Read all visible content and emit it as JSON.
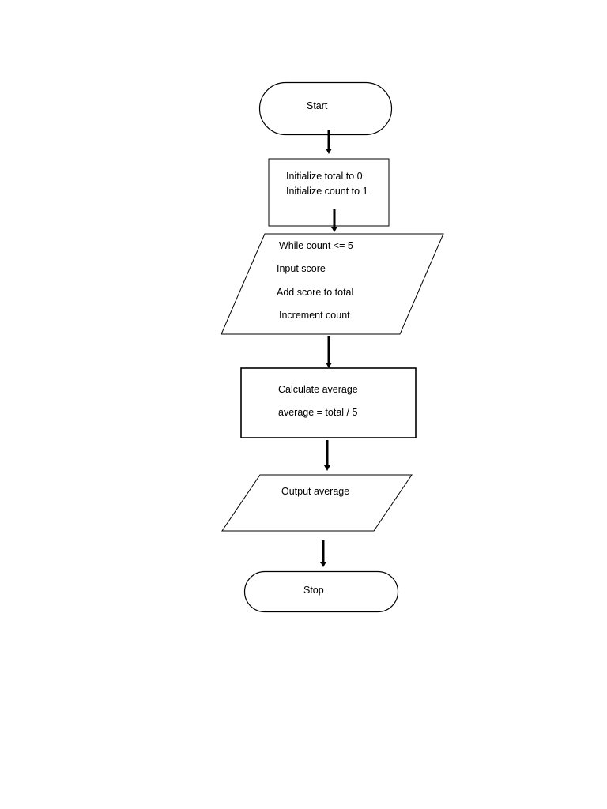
{
  "flowchart": {
    "start": {
      "label": "Start"
    },
    "initialize": {
      "line1": "Initialize total to 0",
      "line2": "Initialize count to 1"
    },
    "loop": {
      "line1": "While count <= 5",
      "line2": "Input score",
      "line3": "Add score to total",
      "line4": "Increment count"
    },
    "calculate": {
      "line1": "Calculate average",
      "line2": "average = total / 5"
    },
    "output": {
      "label": "Output average"
    },
    "stop": {
      "label": "Stop"
    }
  }
}
